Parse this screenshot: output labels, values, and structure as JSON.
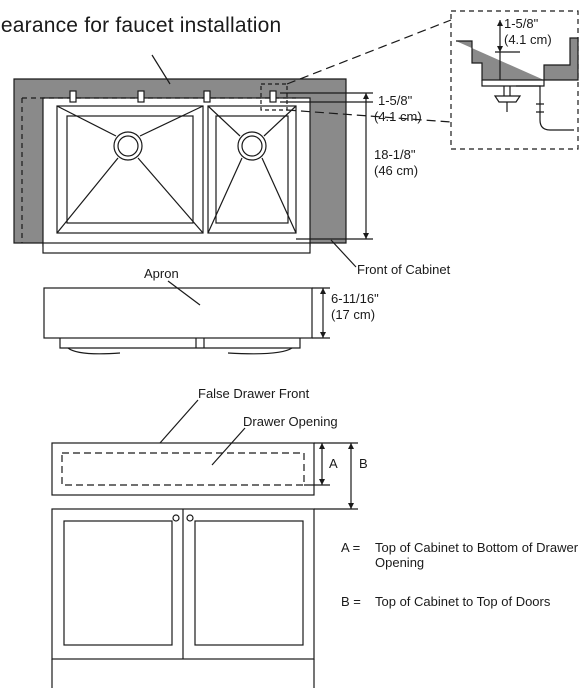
{
  "title": "learance for faucet installation",
  "labels": {
    "dim_top_in": "1-5/8\"",
    "dim_top_cm": "(4.1 cm)",
    "dim_height_in": "18-1/8\"",
    "dim_height_cm": "(46 cm)",
    "front_of_cabinet": "Front of Cabinet",
    "apron": "Apron",
    "dim_apron_in": "6-11/16\"",
    "dim_apron_cm": "(17 cm)",
    "detail_in": "1-5/8\"",
    "detail_cm": "(4.1 cm)",
    "false_drawer_front": "False Drawer Front",
    "drawer_opening": "Drawer Opening",
    "marker_a": "A",
    "marker_b": "B"
  },
  "legend": [
    {
      "key": "A =",
      "text": "Top of Cabinet to Bottom of Drawer Opening"
    },
    {
      "key": "B =",
      "text": "Top of Cabinet to Top of Doors"
    }
  ],
  "colors": {
    "countertop": "#8a8a8a",
    "line": "#1a1a1a",
    "background": "#ffffff"
  }
}
